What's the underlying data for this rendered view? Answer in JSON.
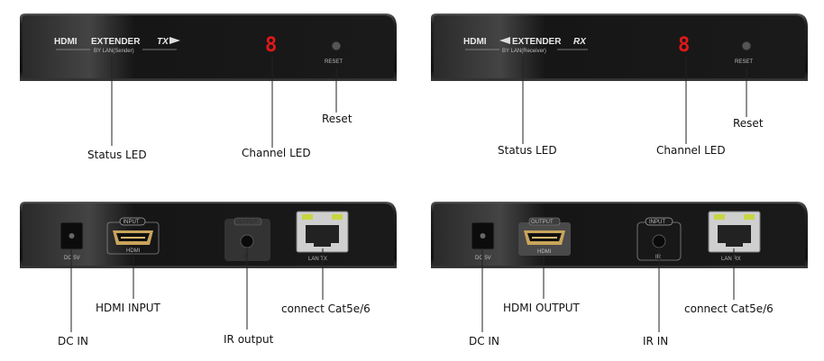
{
  "tx_front": {
    "brand_hdmi": "HDMI",
    "brand_extender": "EXTENDER",
    "brand_suffix": "TX",
    "brand_sub": "BY LAN(Sender)",
    "channel_digit": "8",
    "reset_label": "RESET"
  },
  "rx_front": {
    "brand_hdmi": "HDMI",
    "brand_extender": "EXTENDER",
    "brand_suffix": "RX",
    "brand_sub": "BY LAN(Receiver)",
    "channel_digit": "8",
    "reset_label": "RESET"
  },
  "tx_back": {
    "dc_label": "DC 5V",
    "hdmi_tag": "INPUT",
    "hdmi_label": "HDMI",
    "ir_tag": "OUTPUT",
    "ir_label": "IR",
    "lan_label": "LAN TX"
  },
  "rx_back": {
    "dc_label": "DC 5V",
    "hdmi_tag": "OUTPUT",
    "hdmi_label": "HDMI",
    "ir_tag": "INPUT",
    "ir_label": "IR",
    "lan_label": "LAN RX"
  },
  "callouts": {
    "tx_front": {
      "status_led": "Status LED",
      "channel_led": "Channel LED",
      "reset": "Reset"
    },
    "rx_front": {
      "status_led": "Status LED",
      "channel_led": "Channel LED",
      "reset": "Reset"
    },
    "tx_back": {
      "dc_in": "DC IN",
      "hdmi": "HDMI INPUT",
      "ir": "IR output",
      "lan": "connect Cat5e/6"
    },
    "rx_back": {
      "dc_in": "DC IN",
      "hdmi": "HDMI OUTPUT",
      "ir": "IR IN",
      "lan": "connect Cat5e/6"
    }
  },
  "colors": {
    "panel": "#1c1c1c",
    "channel_led": "#e01818",
    "lan_led": "#c8d640"
  }
}
